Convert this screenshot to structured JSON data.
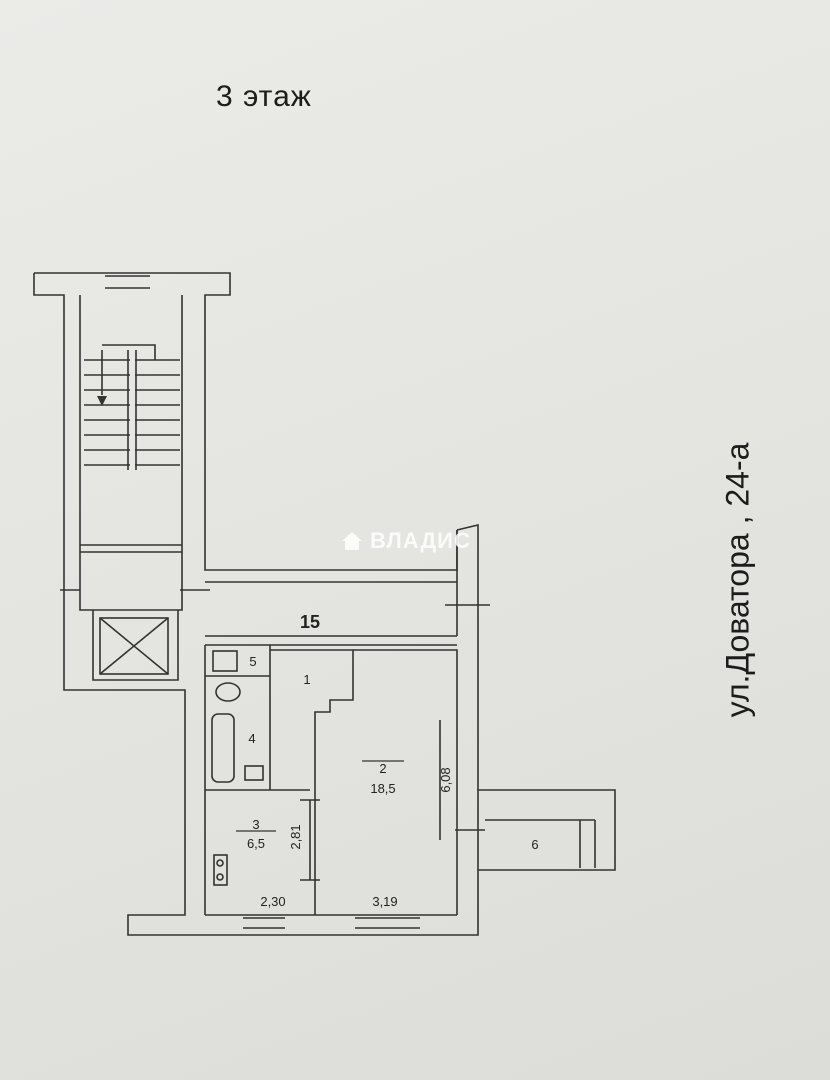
{
  "floor": {
    "label": "3 этаж"
  },
  "address": {
    "label": "ул.Доватора , 24-а"
  },
  "watermark": {
    "text": "ВЛАДИС"
  },
  "rooms": [
    {
      "number": "1"
    },
    {
      "number": "2",
      "area": "18,5"
    },
    {
      "number": "3",
      "area": "6,5"
    },
    {
      "number": "4"
    },
    {
      "number": "5"
    },
    {
      "number": "6"
    }
  ],
  "flat_number": "15",
  "dimensions": {
    "room2_height": "6,08",
    "room2_width": "3,19",
    "room3_height": "2,81",
    "room3_width": "2,30"
  },
  "colors": {
    "line": "#333333",
    "paper": "#e6e6e3"
  }
}
